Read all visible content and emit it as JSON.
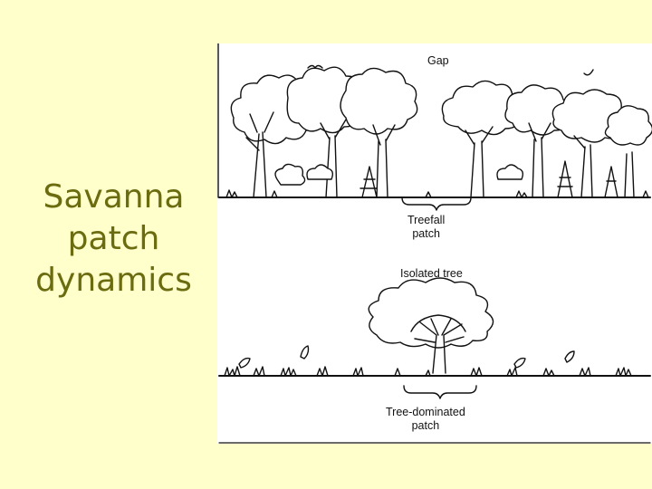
{
  "title": {
    "line1": "Savanna",
    "line2": "patch",
    "line3": "dynamics"
  },
  "figure": {
    "label_gap": "Gap",
    "label_treefall": "Treefall\npatch",
    "label_isolated": "Isolated tree",
    "label_treedominated": "Tree-dominated\npatch"
  },
  "colors": {
    "background": "#ffffcc",
    "title_text": "#6b6b10",
    "figure_bg": "#ffffff",
    "ink": "#111111"
  }
}
